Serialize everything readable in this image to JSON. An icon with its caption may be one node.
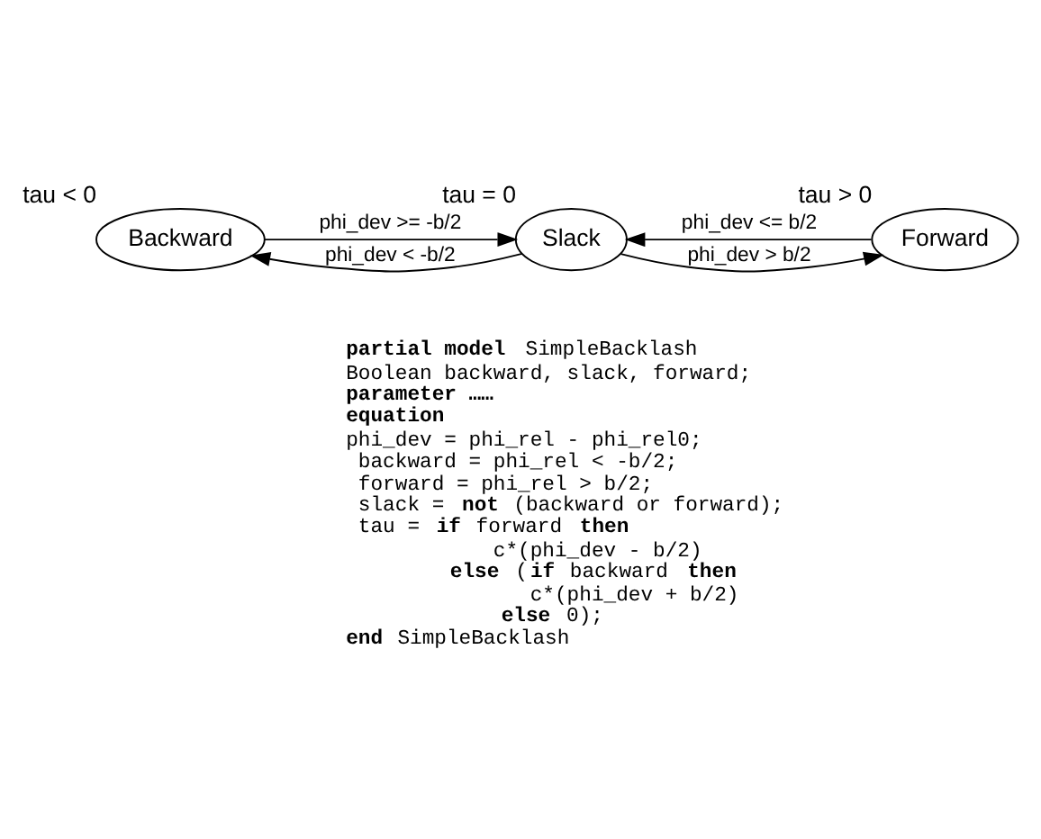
{
  "diagram": {
    "nodes": [
      {
        "text": [
          "Backward"
        ],
        "beside": [
          "tau < 0"
        ]
      },
      {
        "text": [
          "Slack"
        ],
        "beside": [
          "tau = 0"
        ]
      },
      {
        "text": [
          "Forward"
        ],
        "beside": [
          "tau > 0"
        ]
      }
    ],
    "edges": [
      {
        "from": 1,
        "to": 0,
        "arrow": "to",
        "label": "phi_dev < -b/2"
      },
      {
        "from": 0,
        "to": 1,
        "arrow": "to",
        "label": "phi_dev >= -b/2"
      },
      {
        "from": 2,
        "to": 1,
        "arrow": "to",
        "label": "phi_dev <= b/2"
      },
      {
        "from": 1,
        "to": 2,
        "arrow": "to",
        "label": "phi_dev > b/2"
      }
    ],
    "labels": [
      "**partial model** SimpleBacklash",
      "Boolean backward, slack, forward;",
      "parameter ……",
      "equation",
      "phi_dev = phi_rel - phi_rel0;",
      "backward = phi_rel < -b/2;",
      "forward = phi_rel > b/2;",
      "slack = **not** (backward or forward);",
      "tau = **if** forward **then**",
      "c*(phi_dev - b/2)",
      "**else** (**if** backward **then**",
      "c*(phi_dev + b/2)",
      "**else** 0);",
      "**end** SimpleBacklash"
    ]
  }
}
